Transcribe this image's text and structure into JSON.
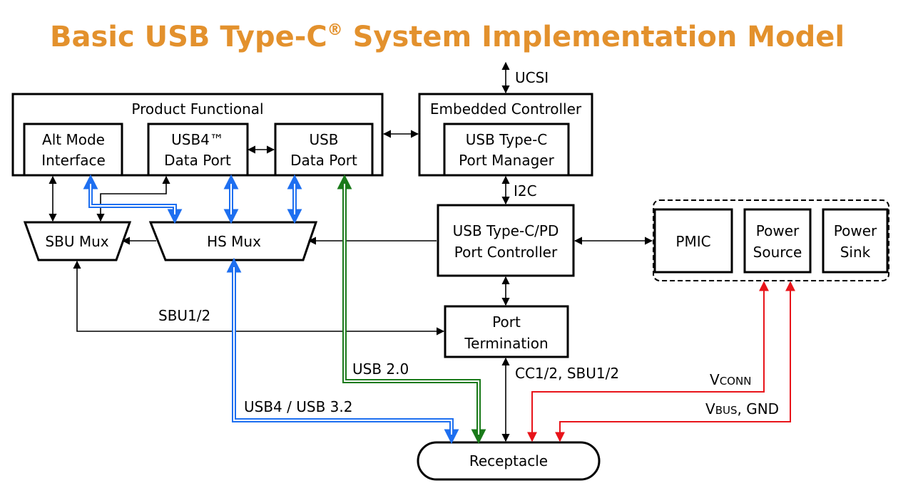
{
  "title": {
    "main": "Basic USB Type-C",
    "reg": "®",
    "rest": " System Implementation Model"
  },
  "blocks": {
    "product_functional": "Product Functional",
    "alt_mode": [
      "Alt Mode",
      "Interface"
    ],
    "usb4_port": [
      "USB4™",
      "Data Port"
    ],
    "usb_port": [
      "USB",
      "Data Port"
    ],
    "embedded_controller": "Embedded Controller",
    "port_manager": [
      "USB Type-C",
      "Port Manager"
    ],
    "sbu_mux": "SBU Mux",
    "hs_mux": "HS Mux",
    "pd_controller": [
      "USB Type-C/PD",
      "Port Controller"
    ],
    "pmic": "PMIC",
    "power_source": [
      "Power",
      "Source"
    ],
    "power_sink": [
      "Power",
      "Sink"
    ],
    "port_termination": [
      "Port",
      "Termination"
    ],
    "receptacle": "Receptacle"
  },
  "signals": {
    "ucsi": "UCSI",
    "i2c": "I2C",
    "sbu12": "SBU1/2",
    "usb20": "USB 2.0",
    "usb4_usb32": "USB4 / USB 3.2",
    "cc_sbu": "CC1/2, SBU1/2",
    "vconn_v": "V",
    "vconn_sub": "CONN",
    "vbus_v": "V",
    "vbus_sub": "BUS",
    "vbus_rest": ", GND"
  },
  "colors": {
    "title": "#e3912d",
    "usb20_signal": "#1a7a1a",
    "usb4_signal": "#1e6ff0",
    "power_signal": "#e8141a"
  }
}
